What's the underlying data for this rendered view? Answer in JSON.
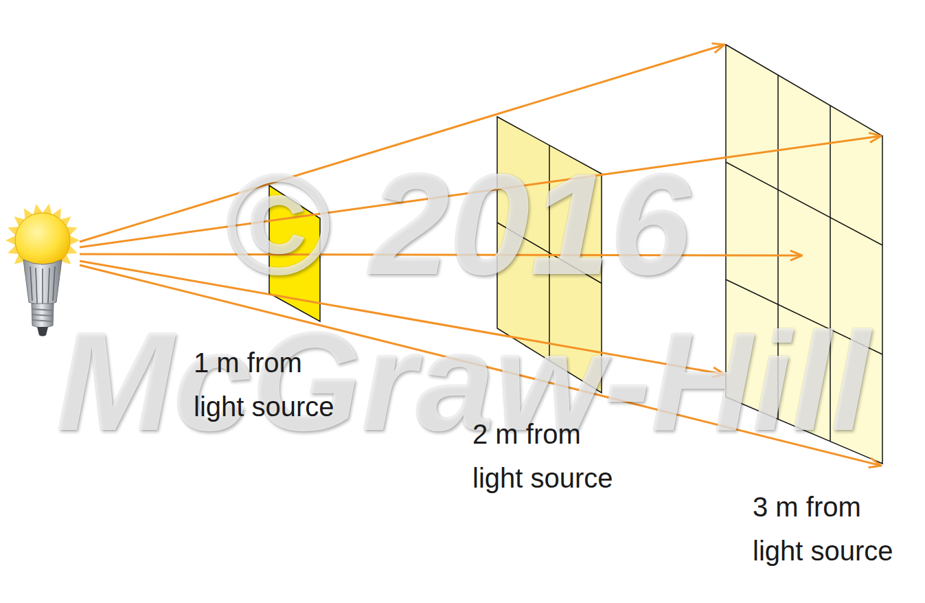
{
  "diagram": {
    "labels": [
      "1 m from light source",
      "2 m from light source",
      "3 m from light source",
      "© 2016",
      "McGraw-Hill"
    ]
  }
}
